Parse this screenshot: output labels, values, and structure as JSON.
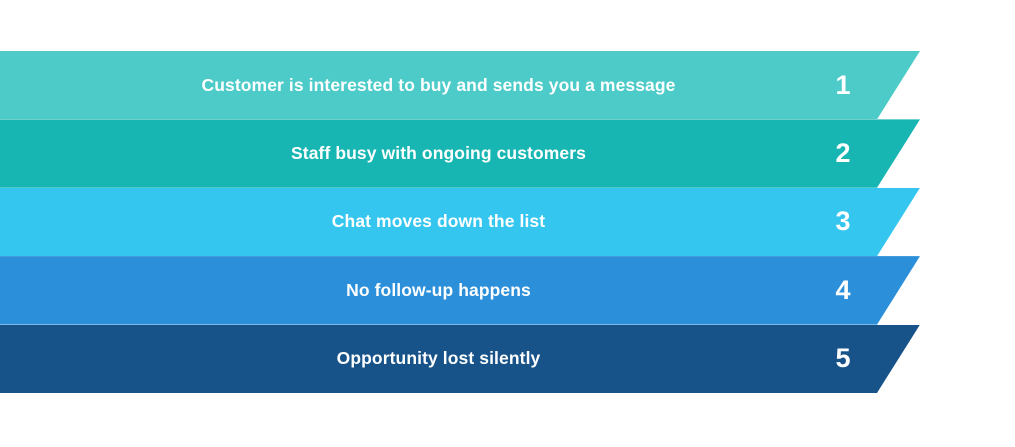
{
  "diagram": {
    "type": "numbered-arrow-steps",
    "background_color": "#ffffff",
    "text_color": "#ffffff",
    "steps": [
      {
        "number": "1",
        "label": "Customer is interested to buy and sends you a message",
        "color": "#4ccbc9"
      },
      {
        "number": "2",
        "label": "Staff busy with ongoing customers",
        "color": "#17b6b2"
      },
      {
        "number": "3",
        "label": "Chat moves down the list",
        "color": "#35c6ef"
      },
      {
        "number": "4",
        "label": "No follow-up happens",
        "color": "#2b8fda"
      },
      {
        "number": "5",
        "label": "Opportunity lost silently",
        "color": "#175389"
      }
    ]
  }
}
